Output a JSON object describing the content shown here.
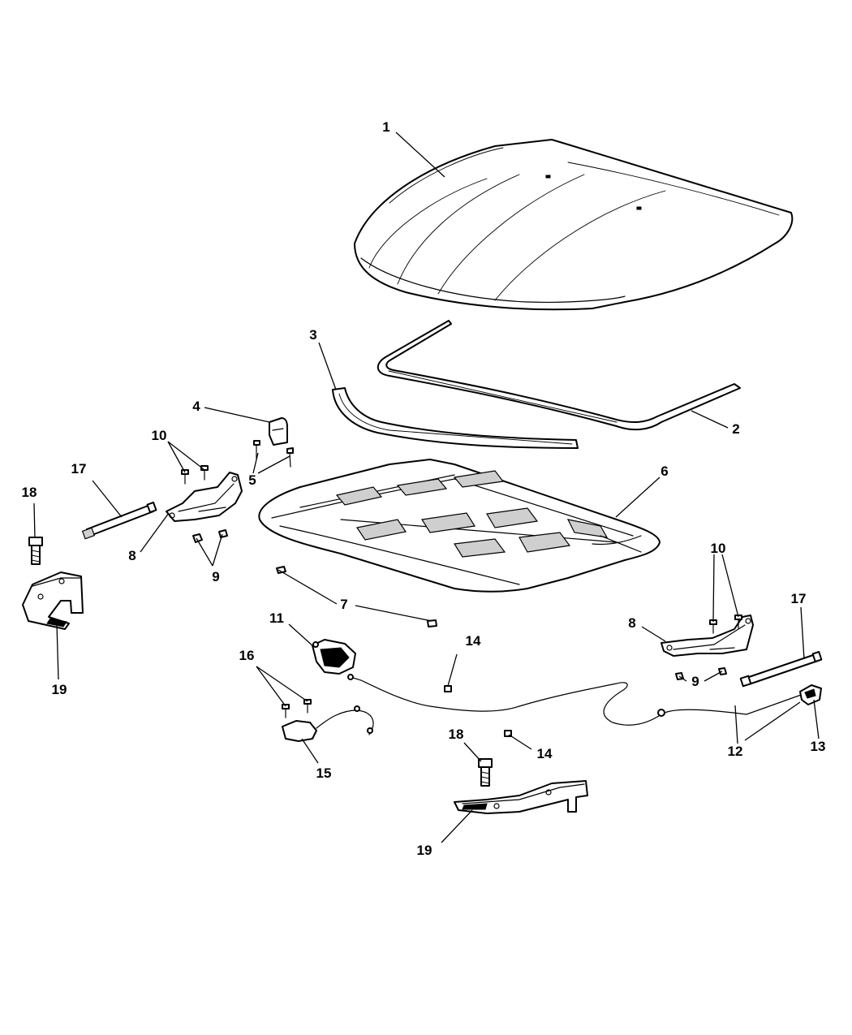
{
  "callouts": {
    "c1": "1",
    "c2": "2",
    "c3": "3",
    "c4": "4",
    "c5": "5",
    "c6": "6",
    "c7": "7",
    "c8a": "8",
    "c8b": "8",
    "c9a": "9",
    "c9b": "9",
    "c10a": "10",
    "c10b": "10",
    "c11": "11",
    "c12": "12",
    "c13": "13",
    "c14a": "14",
    "c14b": "14",
    "c15": "15",
    "c16": "16",
    "c17a": "17",
    "c17b": "17",
    "c18a": "18",
    "c18b": "18",
    "c19a": "19",
    "c19b": "19"
  }
}
